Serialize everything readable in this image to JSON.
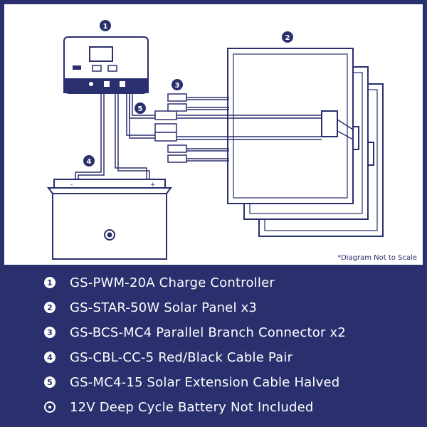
{
  "diagram": {
    "callouts": [
      "1",
      "2",
      "3",
      "4",
      "5"
    ],
    "battery_terminals": {
      "negative": "-",
      "positive": "+"
    },
    "note": "*Diagram Not to Scale"
  },
  "legend": [
    {
      "marker": "1",
      "text": "GS-PWM-20A Charge Controller"
    },
    {
      "marker": "2",
      "text": "GS-STAR-50W Solar Panel x3"
    },
    {
      "marker": "3",
      "text": "GS-BCS-MC4 Parallel Branch Connector x2"
    },
    {
      "marker": "4",
      "text": "GS-CBL-CC-5 Red/Black Cable Pair"
    },
    {
      "marker": "5",
      "text": "GS-MC4-15 Solar Extension Cable Halved"
    },
    {
      "marker": "",
      "text": "12V Deep Cycle Battery Not Included"
    }
  ],
  "colors": {
    "navy": "#2a2f6e",
    "panel": "#ffffff"
  }
}
